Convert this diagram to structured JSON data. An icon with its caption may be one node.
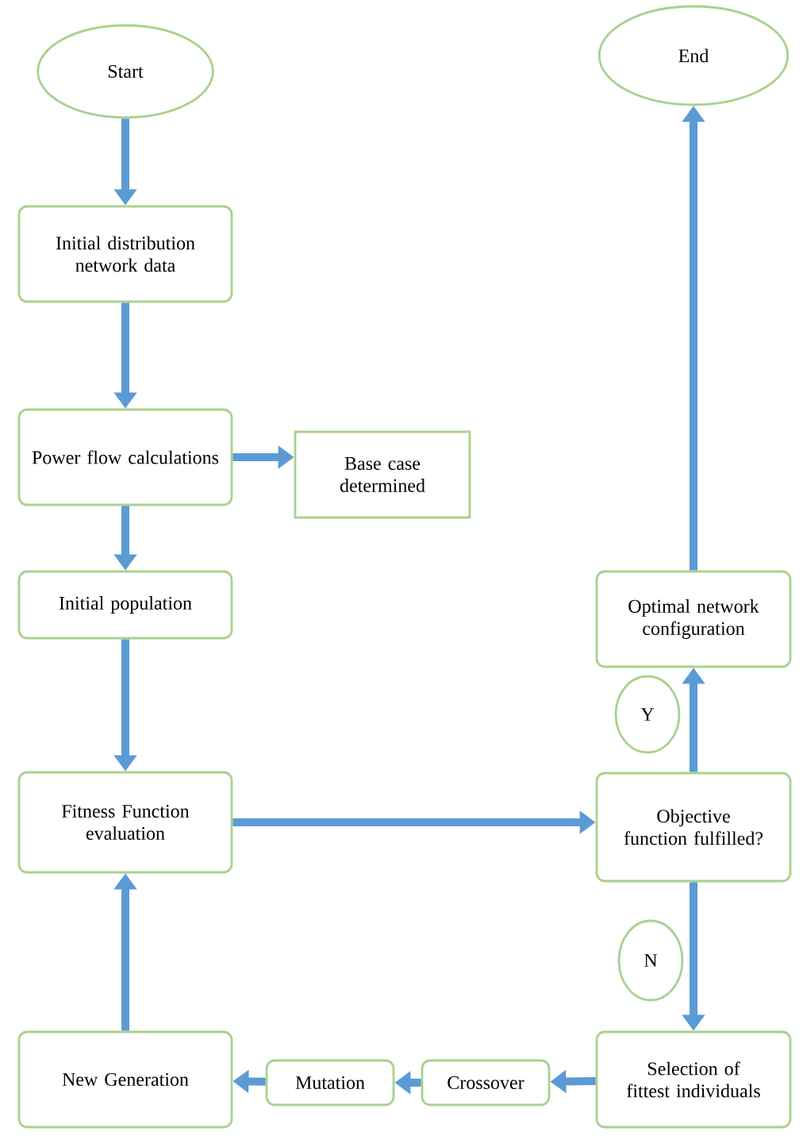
{
  "diagram": {
    "nodes": [
      {
        "text": [
          "Start"
        ]
      },
      {
        "text": [
          "Initial distribution network data"
        ]
      },
      {
        "text": [
          "Power flow calculations"
        ]
      },
      {
        "text": [
          "Base case determined"
        ]
      },
      {
        "text": [
          "Initial population"
        ]
      },
      {
        "text": [
          "Fitness Function evaluation"
        ]
      },
      {
        "text": [
          "End"
        ]
      },
      {
        "text": [
          "Optimal network configuration"
        ]
      },
      {
        "text": [
          "Y"
        ]
      },
      {
        "text": [
          "Objective function fulfilled?"
        ]
      },
      {
        "text": [
          "N"
        ]
      },
      {
        "text": [
          "New Generation"
        ]
      },
      {
        "text": [
          "Mutation"
        ]
      },
      {
        "text": [
          "Crossover"
        ]
      },
      {
        "text": [
          "Selection of fittest individuals"
        ]
      }
    ],
    "edges": [
      {
        "from": 0,
        "to": 1,
        "arrow": "to"
      },
      {
        "from": 1,
        "to": 2,
        "arrow": "to"
      },
      {
        "from": 2,
        "to": 3,
        "arrow": "to"
      },
      {
        "from": 2,
        "to": 4,
        "arrow": "to"
      },
      {
        "from": 4,
        "to": 5,
        "arrow": "to"
      },
      {
        "from": 5,
        "to": 9,
        "arrow": "to"
      },
      {
        "from": 9,
        "to": 7,
        "arrow": "to"
      },
      {
        "from": 7,
        "to": 6,
        "arrow": "to"
      },
      {
        "from": 9,
        "to": 14,
        "arrow": "to"
      },
      {
        "from": 14,
        "to": 13,
        "arrow": "to"
      },
      {
        "from": 13,
        "to": 12,
        "arrow": "to"
      },
      {
        "from": 12,
        "to": 11,
        "arrow": "to"
      },
      {
        "from": 11,
        "to": 5,
        "arrow": "to"
      }
    ]
  }
}
